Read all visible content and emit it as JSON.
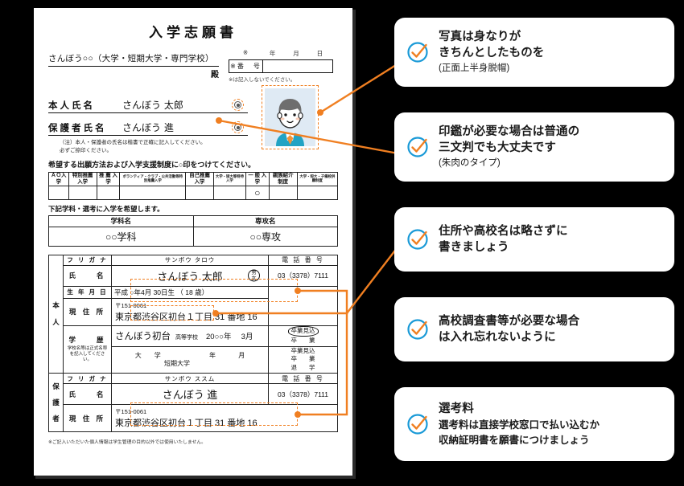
{
  "document": {
    "title": "入学志願書",
    "school_line": "さんぼう○○（大学・短期大学・専門学校）",
    "honorific": "殿",
    "number_box": {
      "mark": "※",
      "year": "年",
      "month": "月",
      "day": "日",
      "label": "※番　号",
      "value": "",
      "note": "※は記入しないでください。"
    },
    "applicant_name": {
      "label": "本人氏名",
      "value": "さんぼう 太郎",
      "seal_icon": "seal-stamp-icon"
    },
    "guardian_name": {
      "label": "保護者氏名",
      "value": "さんぼう 進",
      "seal_icon": "seal-stamp-icon"
    },
    "name_note_line1": "（注）本人・保護者の氏名は楷書で正確に記入してください。",
    "name_note_line2": "必ずご捺印ください。",
    "selection_lead": "希望する出願方法および入学支援制度に○印をつけてください。",
    "selection_headers": [
      "ＡＯ入学",
      "特別推薦入学",
      "推 薦 入 学",
      "ボランティア・クラブ・公共活動等特別推薦入学",
      "自己推薦入学",
      "大学・短大等特待入学",
      "一 般 入 学",
      "親族紹介制度",
      "大学・短大・子備校併願制度"
    ],
    "selection_marks": [
      "",
      "",
      "",
      "",
      "",
      "",
      "○",
      "",
      ""
    ],
    "department_lead": "下記学科・選考に入学を希望します。",
    "department_headers": [
      "学科名",
      "専攻名"
    ],
    "department_values": [
      "○○学科",
      "○○専攻"
    ],
    "person_section_label": "本人",
    "guardian_section_label": "保護者",
    "applicant": {
      "furigana_label": "フ リ ガ ナ",
      "furigana_value": "サンボウ タロウ",
      "name_label": "氏　　名",
      "name_value": "さんぼう 太郎",
      "gender_male": "男",
      "gender_female": "女",
      "tel_label": "電 話 番 号",
      "tel_value": "03（3378）7111",
      "birth_label": "生 年 月 日",
      "birth_value": "平成 ○年4月  30日生 （ 18 歳）",
      "address_label": "現 住 所",
      "zip": "〒151-0061",
      "address": "東京都渋谷区初台１丁目 31 番地 16",
      "edu_label": "学　　歴",
      "edu_note": "学校名等は正式名称を記入してください。",
      "edu_school": "さんぼう初台",
      "edu_kind": "高等学校",
      "edu_date": "20○○年　 3月",
      "edu_status_1": "卒業見込",
      "edu_status_2": "卒　　業",
      "uni_line1": "大　　学",
      "uni_line2": "短期大学",
      "uni_year": "年",
      "uni_month": "月",
      "uni_status_1": "卒業見込",
      "uni_status_2": "卒　　業",
      "uni_status_3": "退　　学"
    },
    "guardian": {
      "furigana_label": "フ リ ガ ナ",
      "furigana_value": "サンボウ ススム",
      "name_label": "氏　　名",
      "name_value": "さんぼう 進",
      "tel_label": "電 話 番 号",
      "tel_value": "03（3378）7111",
      "address_label": "現 住 所",
      "zip": "〒151-0061",
      "address": "東京都渋谷区初台１丁目 31 番地 16"
    },
    "footer_note": "※ご記入いただいた個人情報は学生管理の目的以外では使用いたしません。",
    "photo_alt": "student-portrait-illustration"
  },
  "callouts": [
    {
      "icon": "check-circle-icon",
      "title_line1": "写真は身なりが",
      "title_line2": "きちんとしたものを",
      "sub": "(正面上半身脱帽)"
    },
    {
      "icon": "check-circle-icon",
      "title_line1": "印鑑が必要な場合は普通の",
      "title_line2": "三文判でも大丈夫です",
      "sub": "(朱肉のタイプ)"
    },
    {
      "icon": "check-circle-icon",
      "title_line1": "住所や高校名は略さずに",
      "title_line2": "書きましょう",
      "sub": ""
    },
    {
      "icon": "check-circle-icon",
      "title_line1": "高校調査書等が必要な場合",
      "title_line2": "は入れ忘れないように",
      "sub": ""
    },
    {
      "icon": "check-circle-icon",
      "title_line1": "選考料",
      "title_line2": "",
      "sub_line1": "選考料は直接学校窓口で払い込むか",
      "sub_line2": "収納証明書を願書につけましょう"
    }
  ],
  "colors": {
    "background": "#000000",
    "paper": "#ffffff",
    "accent_orange": "#F07F21",
    "accent_blue": "#1A9AD7",
    "ink": "#111111"
  }
}
